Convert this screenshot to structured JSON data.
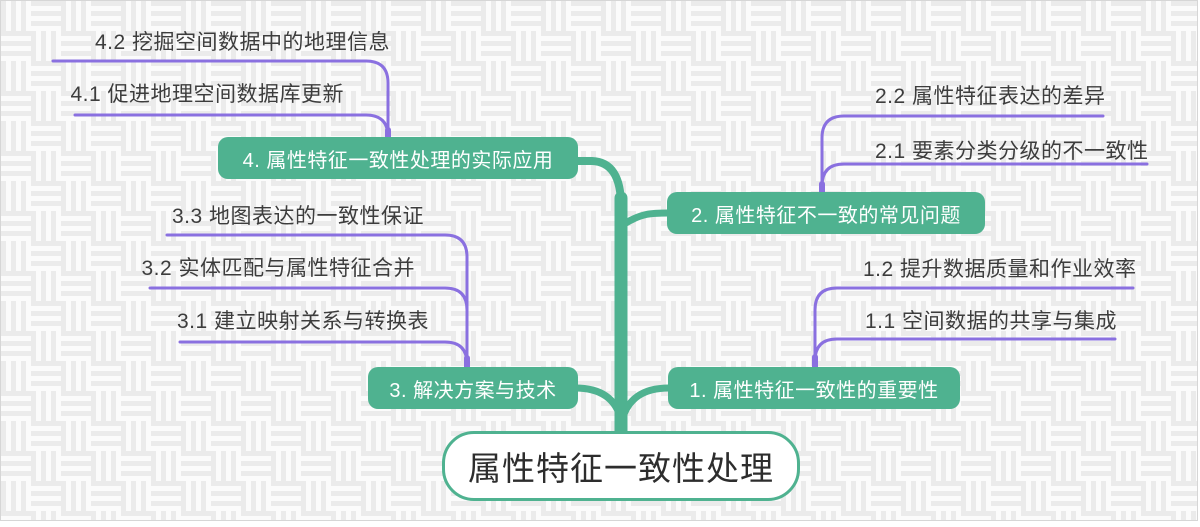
{
  "root": {
    "label": "属性特征一致性处理"
  },
  "colors": {
    "branch_fill": "#4FB290",
    "branch_text": "#FFFFFF",
    "sub_branch_line": "#8A70E0",
    "sub_text": "#3D3D3D",
    "root_border": "#4FB290",
    "canvas_background": "#F7F7F7"
  },
  "branches": [
    {
      "label": "1. 属性特征一致性的重要性",
      "children": [
        {
          "label": "1.1 空间数据的共享与集成"
        },
        {
          "label": "1.2 提升数据质量和作业效率"
        }
      ]
    },
    {
      "label": "2. 属性特征不一致的常见问题",
      "children": [
        {
          "label": "2.1 要素分类分级的不一致性"
        },
        {
          "label": "2.2 属性特征表达的差异"
        }
      ]
    },
    {
      "label": "3. 解决方案与技术",
      "children": [
        {
          "label": "3.1 建立映射关系与转换表"
        },
        {
          "label": "3.2 实体匹配与属性特征合并"
        },
        {
          "label": "3.3 地图表达的一致性保证"
        }
      ]
    },
    {
      "label": "4. 属性特征一致性处理的实际应用",
      "children": [
        {
          "label": "4.1 促进地理空间数据库更新"
        },
        {
          "label": "4.2 挖掘空间数据中的地理信息"
        }
      ]
    }
  ]
}
